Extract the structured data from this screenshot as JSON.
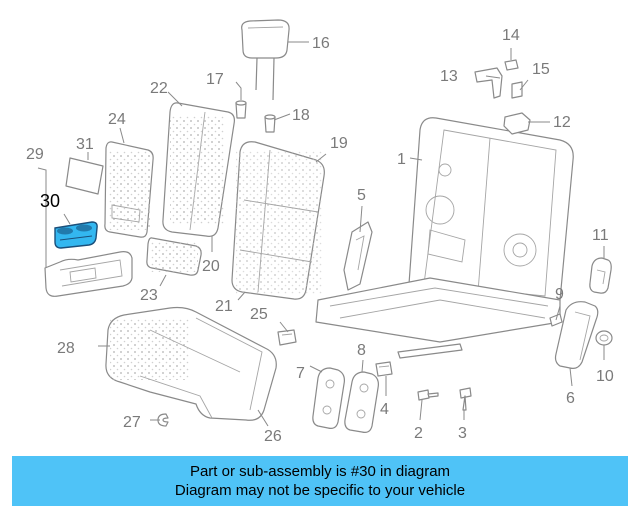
{
  "parts": {
    "p1": "1",
    "p2": "2",
    "p3": "3",
    "p4": "4",
    "p5": "5",
    "p6": "6",
    "p7": "7",
    "p8": "8",
    "p9": "9",
    "p10": "10",
    "p11": "11",
    "p12": "12",
    "p13": "13",
    "p14": "14",
    "p15": "15",
    "p16": "16",
    "p17": "17",
    "p18": "18",
    "p19": "19",
    "p20": "20",
    "p21": "21",
    "p22": "22",
    "p23": "23",
    "p24": "24",
    "p25": "25",
    "p26": "26",
    "p27": "27",
    "p28": "28",
    "p29": "29",
    "p30": "30",
    "p31": "31"
  },
  "banner": {
    "line1": "Part or sub-assembly is #30 in diagram",
    "line2": "Diagram may not be specific to your vehicle"
  },
  "colors": {
    "highlight": "#33b7f0",
    "banner": "#4fc3f7"
  }
}
